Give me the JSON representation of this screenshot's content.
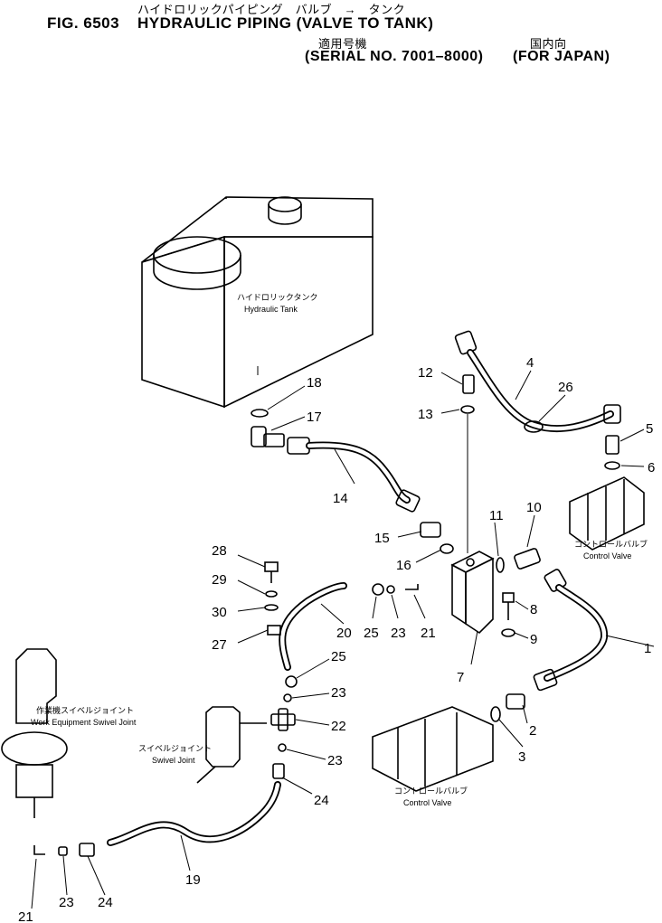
{
  "header": {
    "fig_number": "FIG. 6503",
    "title_jp": "ハイドロリックパイピング　バルブ　→　タンク",
    "title_en": "HYDRAULIC PIPING (VALVE TO TANK)",
    "serial_jp": "適用号機",
    "serial_en": "(SERIAL NO. 7001–8000)",
    "market_jp": "国内向",
    "market_en": "(FOR JAPAN)"
  },
  "labels": {
    "tank_jp": "ハイドロリックタンク",
    "tank_en": "Hydraulic Tank",
    "control_valve_top_jp": "コントロールバルブ",
    "control_valve_top_en": "Control Valve",
    "control_valve_bottom_jp": "コントロールバルブ",
    "control_valve_bottom_en": "Control Valve",
    "work_swivel_jp": "作業機スイベルジョイント",
    "work_swivel_en": "Work Equipment Swivel Joint",
    "swivel_jp": "スイベルジョイント",
    "swivel_en": "Swivel Joint"
  },
  "callouts": {
    "c1": "1",
    "c2": "2",
    "c3": "3",
    "c4": "4",
    "c5": "5",
    "c6": "6",
    "c7": "7",
    "c8": "8",
    "c9": "9",
    "c10": "10",
    "c11": "11",
    "c12": "12",
    "c13": "13",
    "c14": "14",
    "c15": "15",
    "c16": "16",
    "c17": "17",
    "c18": "18",
    "c19": "19",
    "c20": "20",
    "c21a": "21",
    "c21b": "21",
    "c22": "22",
    "c23a": "23",
    "c23b": "23",
    "c23c": "23",
    "c23d": "23",
    "c24a": "24",
    "c24b": "24",
    "c25a": "25",
    "c25b": "25",
    "c26": "26",
    "c27": "27",
    "c28": "28",
    "c29": "29",
    "c30": "30"
  }
}
